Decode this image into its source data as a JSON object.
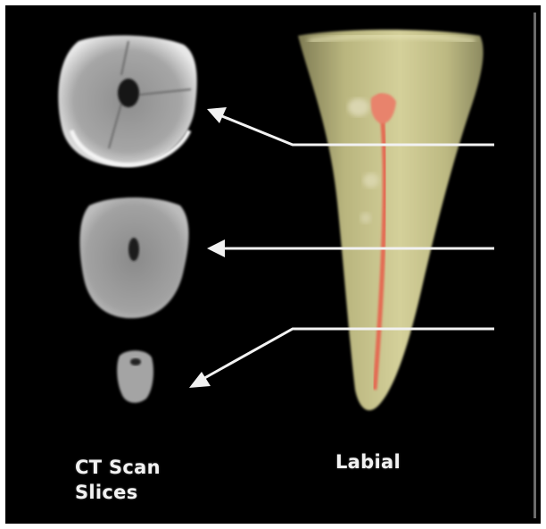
{
  "labels": {
    "ct_scan_line1": "CT Scan",
    "ct_scan_line2": "Slices",
    "labial": "Labial"
  },
  "colors": {
    "background": "#000000",
    "frame": "#ffffff",
    "arrows": "#f2f2f2",
    "tooth": "#c9c58e",
    "canal": "#e46a52",
    "slice": "#a9a9a9"
  }
}
